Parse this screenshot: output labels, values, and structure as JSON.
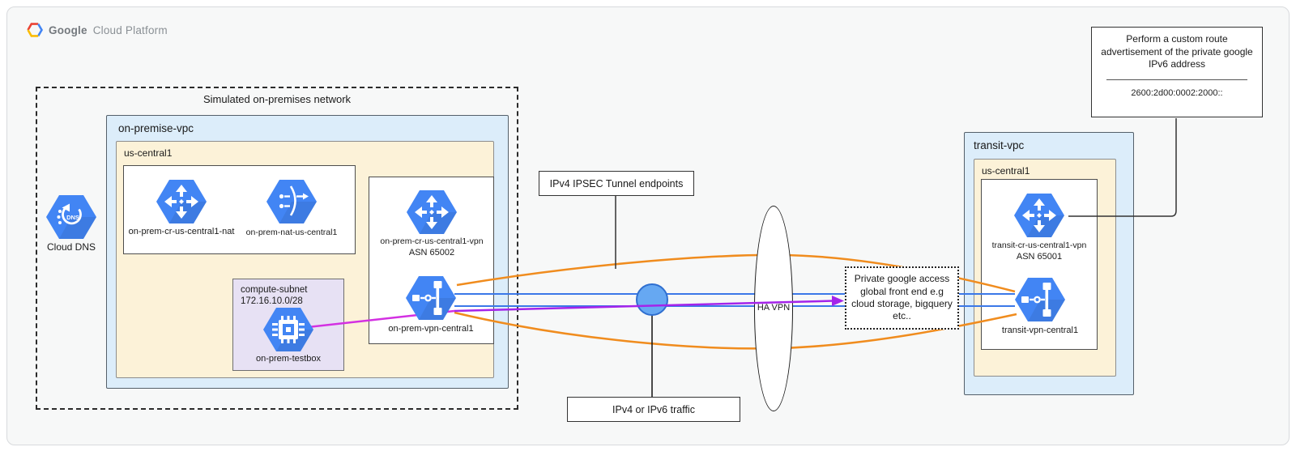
{
  "meta": {
    "logo_google": "Google",
    "logo_cloud": "Cloud Platform"
  },
  "onprem": {
    "outer_title": "Simulated on-premises network",
    "vpc_label": "on-premise-vpc",
    "region_label": "us-central1",
    "dns_label": "Cloud DNS",
    "nat_router_label": "on-prem-cr-us-central1-nat",
    "nat_label": "on-prem-nat-us-central1",
    "subnet_name": "compute-subnet",
    "subnet_cidr": "172.16.10.0/28",
    "vm_label": "on-prem-testbox",
    "vpn_router_label": "on-prem-cr-us-central1-vpn",
    "vpn_router_asn": "ASN 65002",
    "vpn_gateway_label": "on-prem-vpn-central1"
  },
  "middle": {
    "ipsec_label": "IPv4 IPSEC Tunnel endpoints",
    "traffic_label": "IPv4 or IPv6 traffic",
    "ha_vpn_label": "HA VPN",
    "pga_label": "Private google access global front end e.g cloud storage, bigquery etc.."
  },
  "transit": {
    "vpc_label": "transit-vpc",
    "region_label": "us-central1",
    "router_label": "transit-cr-us-central1-vpn",
    "router_asn": "ASN 65001",
    "vpn_gateway_label": "transit-vpn-central1"
  },
  "annotation": {
    "title": "Perform a custom route advertisement of the private google IPv6 address",
    "value": "2600:2d00:0002:2000::"
  },
  "colors": {
    "tunnel_orange": "#f08c1e",
    "traffic_blue": "#3b78e8",
    "traffic_magenta": "#d330e2",
    "traffic_purple": "#a424ea",
    "icon_blue": "#4285f4",
    "vpc_fill": "#dcedfa",
    "region_fill": "#fcf2d8",
    "subnet_fill": "#e7e1f4",
    "circle_fill": "#66a8f2"
  }
}
